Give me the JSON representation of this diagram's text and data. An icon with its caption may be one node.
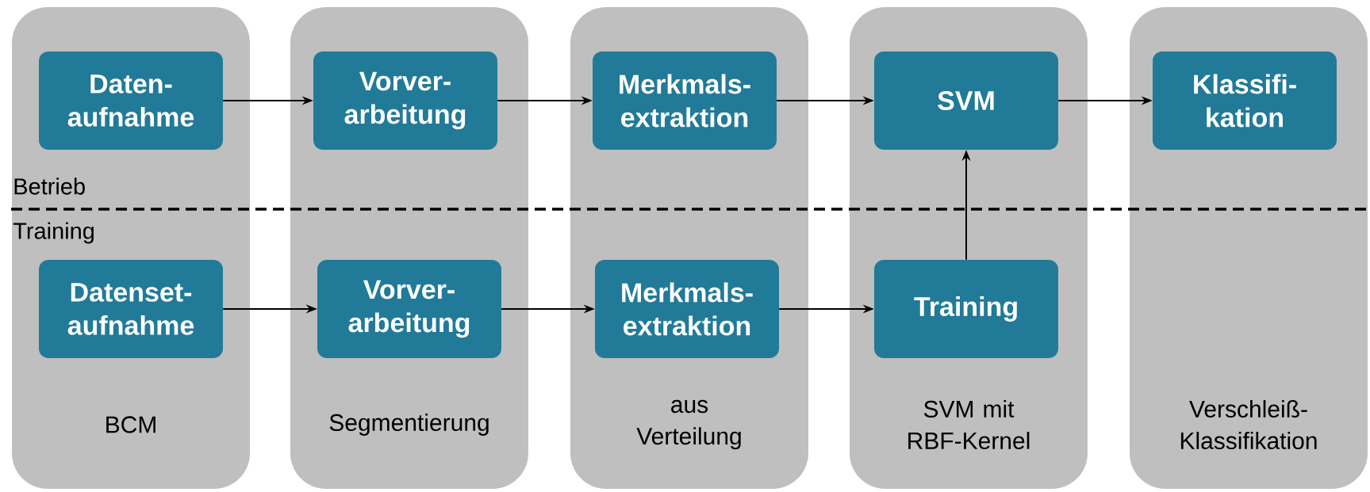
{
  "diagram": {
    "nodes": [
      {
        "text": [
          "BCM"
        ]
      },
      {
        "text": [
          "Segmentierung"
        ]
      },
      {
        "text": [
          "aus Verteilung"
        ]
      },
      {
        "text": [
          "SVM mit RBF-Kernel"
        ]
      },
      {
        "text": [
          "Verschleiß- Klassifikation"
        ]
      },
      {
        "text": [
          "Daten- aufnahme"
        ],
        "in": 0
      },
      {
        "text": [
          "Vorver- arbeitung"
        ],
        "in": 1
      },
      {
        "text": [
          "Merkmals- extraktion"
        ],
        "in": 2
      },
      {
        "text": [
          "SVM"
        ],
        "in": 3
      },
      {
        "text": [
          "Klassifi- kation"
        ],
        "in": 4
      },
      {
        "text": [
          "Datenset- aufnahme"
        ],
        "in": 0
      },
      {
        "text": [
          "Vorver- arbeitung"
        ],
        "in": 1
      },
      {
        "text": [
          "Merkmals- extraktion"
        ],
        "in": 2
      },
      {
        "text": [
          "Training"
        ],
        "in": 3
      }
    ],
    "edges": [
      {
        "from": 5,
        "to": 6,
        "arrow": "to"
      },
      {
        "from": 6,
        "to": 7,
        "arrow": "to"
      },
      {
        "from": 7,
        "to": 8,
        "arrow": "to"
      },
      {
        "from": 8,
        "to": 9,
        "arrow": "to"
      },
      {
        "from": 10,
        "to": 11,
        "arrow": "to"
      },
      {
        "from": 11,
        "to": 12,
        "arrow": "to"
      },
      {
        "from": 12,
        "to": 13,
        "arrow": "to"
      },
      {
        "from": 13,
        "to": 8,
        "arrow": "to"
      }
    ],
    "labels": [
      "Betrieb",
      "Training"
    ]
  }
}
